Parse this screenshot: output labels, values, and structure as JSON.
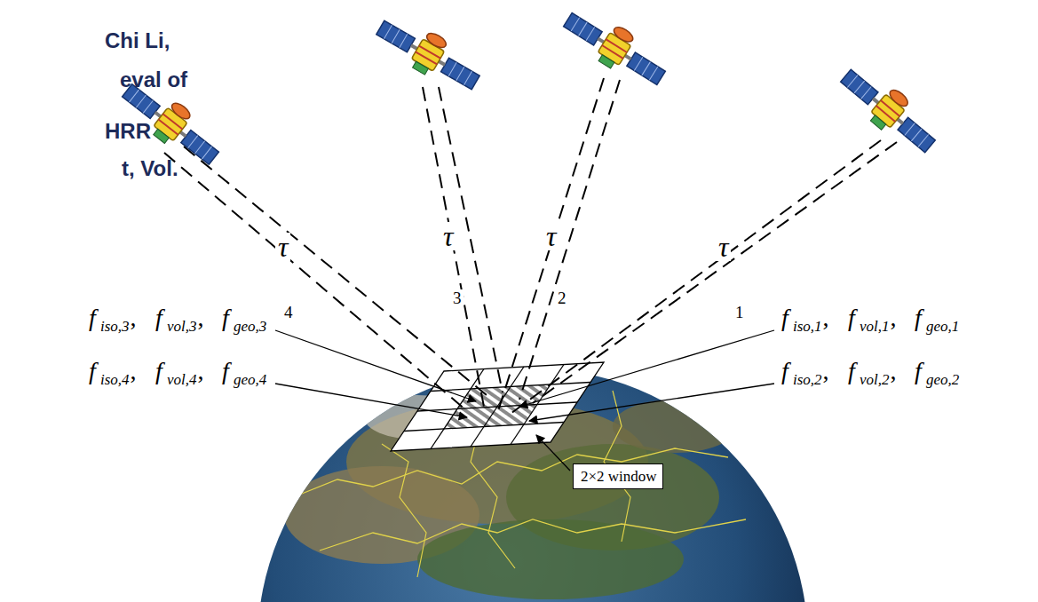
{
  "diagram": {
    "nodes": [
      {
        "text": [
          "2×2 window"
        ]
      }
    ],
    "labels": [
      "Chi Li,",
      "eval of",
      "HRR",
      "t, Vol.",
      "τ",
      "4",
      "τ",
      "3",
      "τ",
      "2",
      "τ",
      "1",
      "f",
      "iso,3",
      ",",
      "f",
      "vol,3",
      ",",
      "f",
      "geo,3",
      "f",
      "iso,1",
      ",",
      "f",
      "vol,1",
      ",",
      "f",
      "geo,1",
      "f",
      "iso,4",
      ",",
      "f",
      "vol,4",
      ",",
      "f",
      "geo,4",
      "f",
      "iso,2",
      ",",
      "f",
      "vol,2",
      ",",
      "f",
      "geo,2"
    ]
  }
}
